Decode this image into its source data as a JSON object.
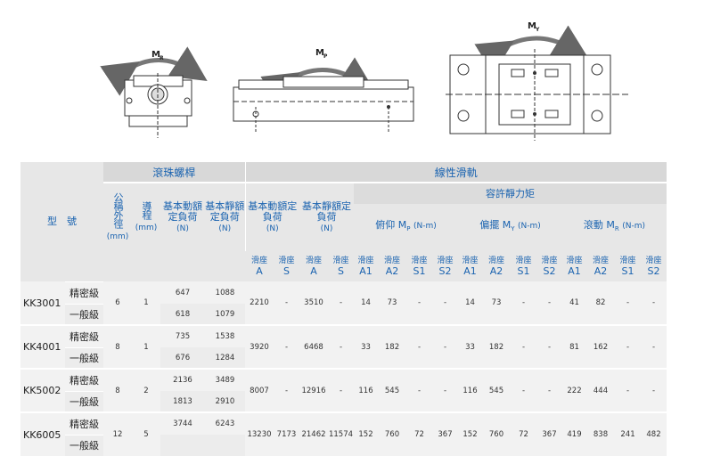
{
  "diagrams": {
    "labels": [
      {
        "main": "M",
        "sub": "R"
      },
      {
        "main": "M",
        "sub": "P"
      },
      {
        "main": "M",
        "sub": "Y"
      }
    ]
  },
  "header": {
    "model": "型　號",
    "ballscrew": "滾珠螺桿",
    "linear_guide": "線性滑軌",
    "diameter": "公稱外徑",
    "diameter_unit": "(mm)",
    "lead": "導程",
    "lead_unit": "(mm)",
    "dyn_load": "基本動額定負荷",
    "dyn_load_unit": "(N)",
    "static_load": "基本靜額定負荷",
    "static_load_unit": "(N)",
    "guide_dyn": "基本動額定負荷",
    "guide_dyn_unit": "(N)",
    "guide_static": "基本靜額定負荷",
    "guide_static_unit": "(N)",
    "moment": "容許靜力矩",
    "mp": "俯仰 M",
    "mp_sub": "P",
    "my": "偏擺 M",
    "my_sub": "Y",
    "mr": "滾動 M",
    "mr_sub": "R",
    "moment_unit": "(N-m)",
    "slider_prefix": "滑座",
    "sub_guide": [
      "A",
      "S",
      "A",
      "S"
    ],
    "sub_moment": [
      "A1",
      "A2",
      "S1",
      "S2",
      "A1",
      "A2",
      "S1",
      "S2",
      "A1",
      "A2",
      "S1",
      "S2"
    ]
  },
  "rows": [
    {
      "model": "KK3001",
      "grades": [
        "精密級",
        "一般級"
      ],
      "diameter": "6",
      "lead": "1",
      "dyn": [
        "647",
        "618"
      ],
      "stat": [
        "1088",
        "1079"
      ],
      "guide": [
        "2210",
        "-",
        "3510",
        "-"
      ],
      "moments": [
        "14",
        "73",
        "-",
        "-",
        "14",
        "73",
        "-",
        "-",
        "41",
        "82",
        "-",
        "-"
      ]
    },
    {
      "model": "KK4001",
      "grades": [
        "精密級",
        "一般級"
      ],
      "diameter": "8",
      "lead": "1",
      "dyn": [
        "735",
        "676"
      ],
      "stat": [
        "1538",
        "1284"
      ],
      "guide": [
        "3920",
        "-",
        "6468",
        "-"
      ],
      "moments": [
        "33",
        "182",
        "-",
        "-",
        "33",
        "182",
        "-",
        "-",
        "81",
        "162",
        "-",
        "-"
      ]
    },
    {
      "model": "KK5002",
      "grades": [
        "精密級",
        "一般級"
      ],
      "diameter": "8",
      "lead": "2",
      "dyn": [
        "2136",
        "1813"
      ],
      "stat": [
        "3489",
        "2910"
      ],
      "guide": [
        "8007",
        "-",
        "12916",
        "-"
      ],
      "moments": [
        "116",
        "545",
        "-",
        "-",
        "116",
        "545",
        "-",
        "-",
        "222",
        "444",
        "-",
        "-"
      ]
    },
    {
      "model": "KK6005",
      "grades": [
        "精密級",
        "一般級"
      ],
      "diameter": "12",
      "lead": "5",
      "dyn": [
        "3744",
        ""
      ],
      "stat": [
        "6243",
        ""
      ],
      "guide": [
        "13230",
        "7173",
        "21462",
        "11574"
      ],
      "moments": [
        "152",
        "760",
        "72",
        "367",
        "152",
        "760",
        "72",
        "367",
        "419",
        "838",
        "241",
        "482"
      ]
    }
  ]
}
